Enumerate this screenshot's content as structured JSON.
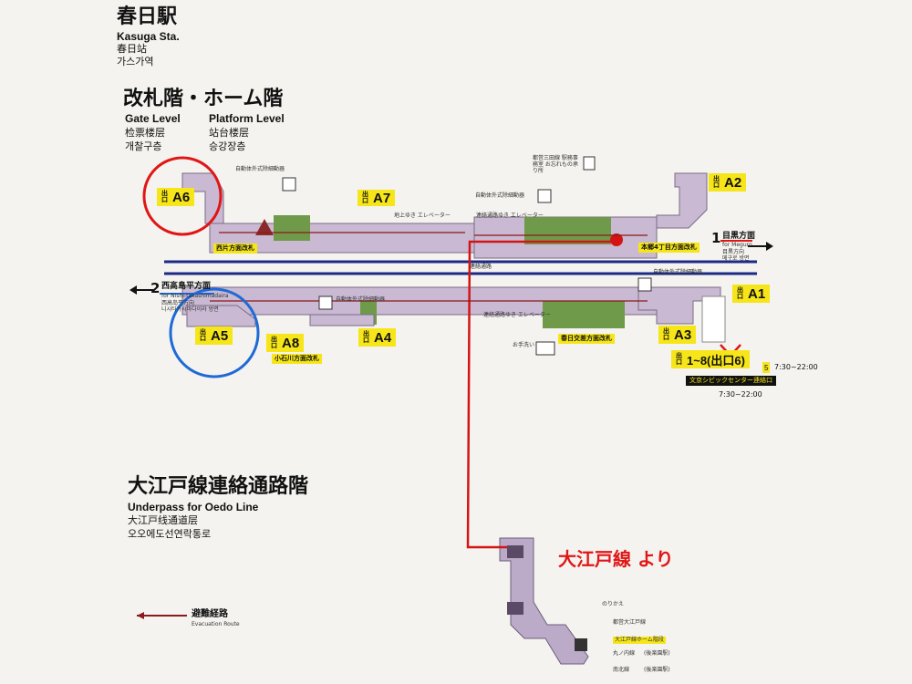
{
  "station": {
    "name_ja": "春日駅",
    "name_en": "Kasuga Sta.",
    "name_zh": "春日站",
    "name_ko": "가스가역"
  },
  "levels": {
    "gate_platform": {
      "title_ja": "改札階・ホーム階",
      "gate_en": "Gate Level",
      "platform_en": "Platform Level",
      "gate_zh": "检票楼层",
      "platform_zh": "站台楼层",
      "gate_ko": "개찰구층",
      "platform_ko": "승강장층"
    },
    "underpass": {
      "title_ja": "大江戸線連絡通路階",
      "title_en": "Underpass for Oedo Line",
      "title_zh": "大江戸线通道层",
      "title_ko": "오오에도선연락통로"
    }
  },
  "exits": [
    {
      "label": "出口",
      "num": "A6"
    },
    {
      "label": "出口",
      "num": "A7"
    },
    {
      "label": "出口",
      "num": "A2"
    },
    {
      "label": "出口",
      "num": "A1"
    },
    {
      "label": "出口",
      "num": "A3"
    },
    {
      "label": "出口",
      "num": "A5"
    },
    {
      "label": "出口",
      "num": "A8"
    },
    {
      "label": "出口",
      "num": "A4"
    },
    {
      "label": "出口",
      "num": "1~8(出口6)"
    }
  ],
  "gates": {
    "nishikata": "西片方面改札",
    "hongo": "本郷4丁目方面改札",
    "koishikawa": "小石川方面改札",
    "kasuga_intersection": "春日交差方面改札"
  },
  "directions": {
    "track1_num": "1",
    "track1": "目黒方面",
    "track1_en": "for Meguro",
    "track1_zh": "目黒方向",
    "track1_ko": "메구로 방면",
    "track2_num": "2",
    "track2": "西高島平方面",
    "track2_en": "for Nishi-takashimadaira",
    "track2_zh": "西高岛平方向",
    "track2_ko": "니시타카시마다이라 방면"
  },
  "facilities": {
    "aed1": "自動体外式除細動器",
    "aed2": "自動体外式除細動器",
    "aed3": "自動体外式除細動器",
    "aed4": "自動体外式除細動器",
    "elevator_surface": "地上ゆき エレベーター",
    "elevator_passage": "連絡通路ゆき エレベーター",
    "elevator_passage2": "連絡通路ゆき エレベーター",
    "station_office": "都営三田線 駅務事務室 お忘れもの承り所",
    "passage": "連絡通路",
    "toilet": "お手洗い",
    "civic_center": "文京シビックセンター連絡口",
    "hours1": "7:30~22:00",
    "hours2": "7:30~22:00",
    "five": "5"
  },
  "legend": {
    "evac_ja": "避難経路",
    "evac_en": "Evacuation Route"
  },
  "transfer": {
    "title": "のりかえ",
    "oedo": "都営大江戸線",
    "oedo_platform": "大江戸線ホーム階段",
    "marunouchi": "丸ノ内線",
    "namboku": "南北線",
    "korakuen": "(後楽園駅)",
    "korakuen2": "(後楽園駅)"
  },
  "handwriting": {
    "from_oedo": "大江戸線 より"
  },
  "colors": {
    "exit_yellow": "#f6e619",
    "route_red": "#d41414",
    "concourse_purple": "#c9b9d2",
    "platform_green": "#6f9a49",
    "track_blue": "#1c2a86",
    "circle_red": "#e01616",
    "circle_blue": "#1e6ad6"
  }
}
